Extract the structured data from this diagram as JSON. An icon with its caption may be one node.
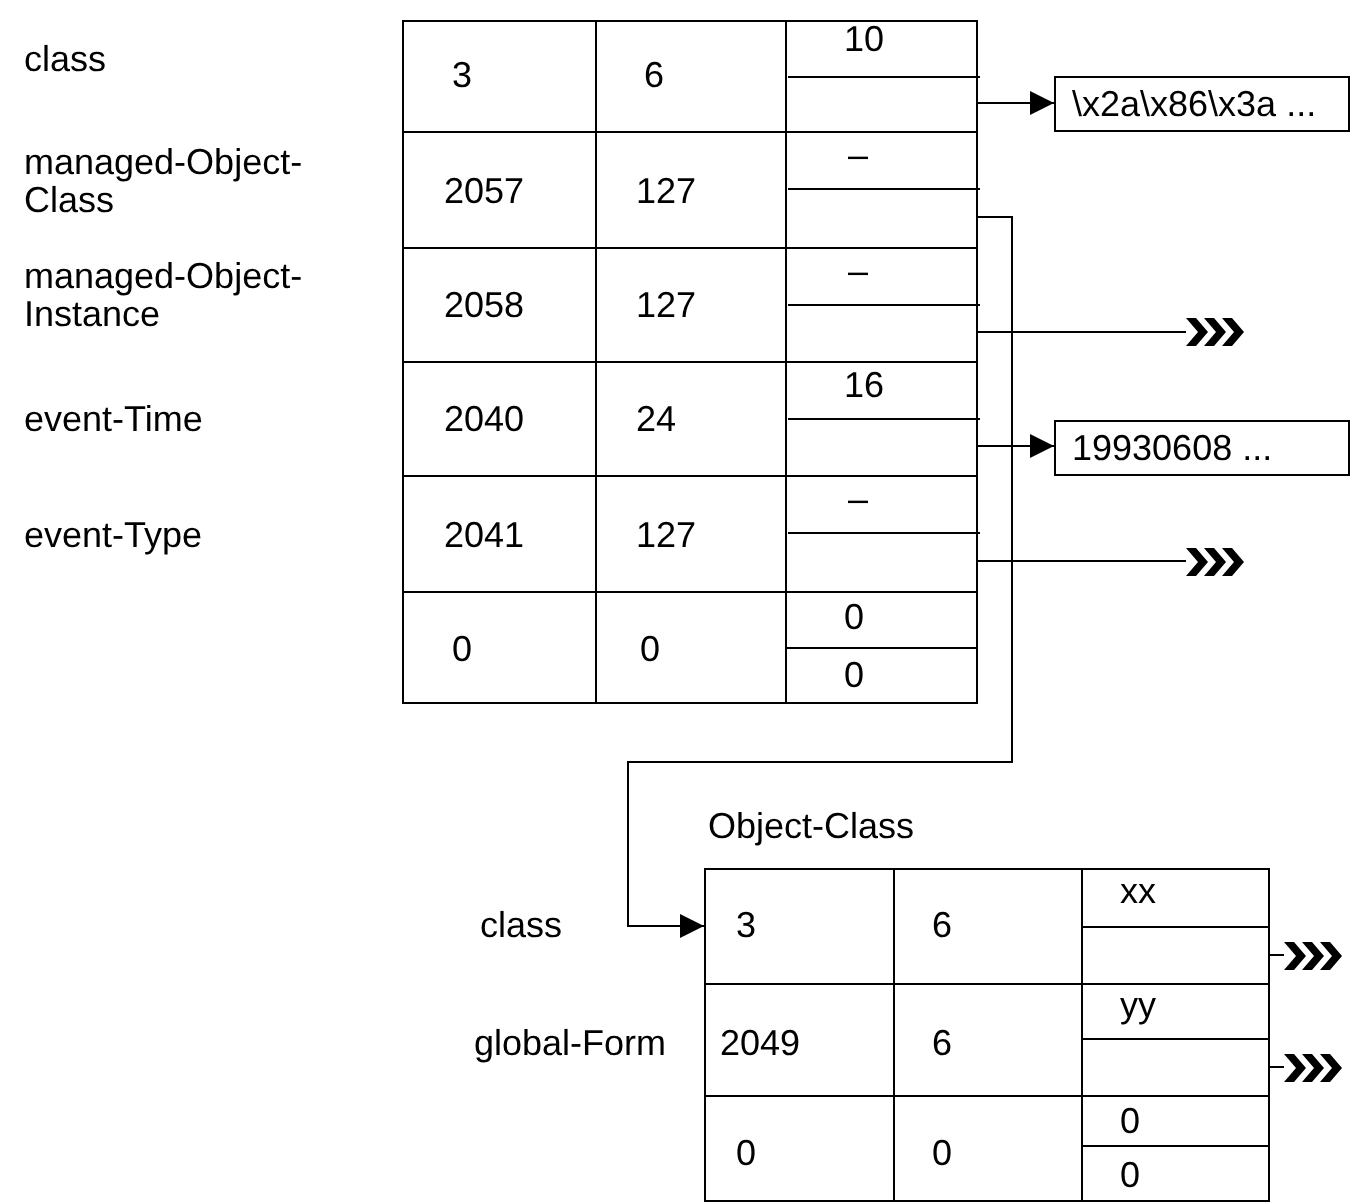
{
  "diagram": {
    "nodes": [
      {
        "text": [],
        "shape": "box"
      },
      {
        "text": [],
        "shape": "box",
        "in": 0
      },
      {
        "text": [],
        "shape": "box",
        "in": 0
      },
      {
        "text": [],
        "shape": "box",
        "in": 0
      },
      {
        "text": [],
        "shape": "box",
        "in": 0
      },
      {
        "text": [],
        "shape": "box",
        "in": 0
      },
      {
        "text": [
          "\\x2a\\x86\\x3a ..."
        ]
      },
      {
        "text": [
          "19930608 ..."
        ]
      },
      {
        "text": [],
        "shape": "chevron"
      },
      {
        "text": [],
        "shape": "chevron"
      },
      {
        "text": [
          "Object-Class"
        ]
      },
      {
        "text": [],
        "shape": "box",
        "in": 10
      },
      {
        "text": [],
        "shape": "box",
        "in": 10
      },
      {
        "text": [],
        "shape": "chevron"
      },
      {
        "text": [],
        "shape": "chevron"
      }
    ],
    "edges": [
      {
        "from": 1,
        "to": 6,
        "arrow": "to"
      },
      {
        "from": 2,
        "to": 10,
        "arrow": "to"
      },
      {
        "from": 3,
        "to": 8,
        "arrow": "none"
      },
      {
        "from": 4,
        "to": 7,
        "arrow": "to"
      },
      {
        "from": 5,
        "to": 9,
        "arrow": "none"
      },
      {
        "from": 11,
        "to": 13,
        "arrow": "none"
      },
      {
        "from": 12,
        "to": 14,
        "arrow": "none"
      }
    ],
    "labels": [
      "class",
      "3",
      "6",
      "10",
      "managed-Object-Class",
      "2057",
      "127",
      "–",
      "managed-Object-Instance",
      "2058",
      "127",
      "–",
      "event-Time",
      "2040",
      "24",
      "16",
      "event-Type",
      "2041",
      "127",
      "–",
      "0",
      "0",
      "0",
      "0",
      "class",
      "3",
      "6",
      "xx",
      "global-Form",
      "2049",
      "6",
      "yy",
      "0",
      "0",
      "0",
      "0"
    ]
  }
}
